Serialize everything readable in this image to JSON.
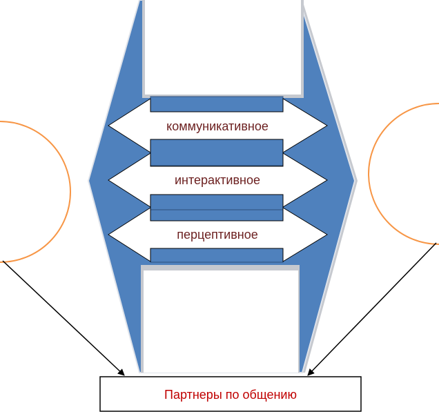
{
  "diagram": {
    "arrows": [
      {
        "label": "коммуникативное"
      },
      {
        "label": "интерактивное"
      },
      {
        "label": "перцептивное"
      }
    ],
    "partners_box": {
      "label": "Партнеры по общению"
    }
  },
  "colors": {
    "hexagon_fill": "#4f81bd",
    "arrow_fill": "#ffffff",
    "arrow_stroke": "#000000",
    "circle_stroke": "#f79646",
    "label_text": "#6b1f1f",
    "partners_text": "#c00000"
  }
}
